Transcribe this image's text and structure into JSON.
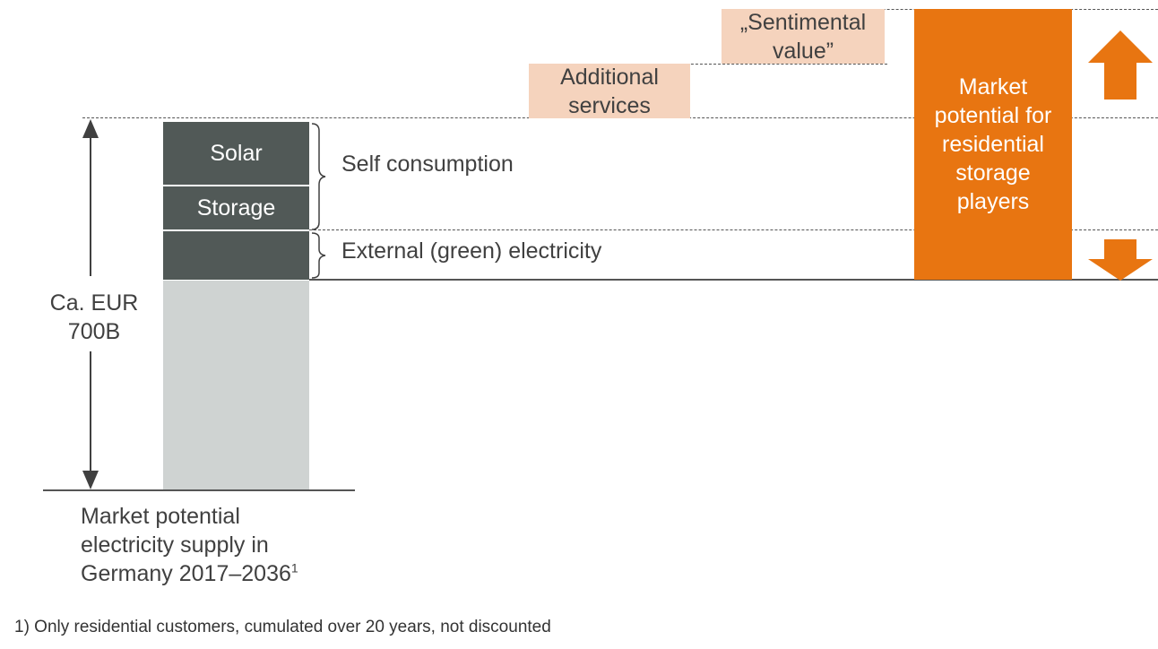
{
  "colors": {
    "dark_segment": "#515957",
    "light_bar": "#cfd3d2",
    "accent_orange": "#e87511",
    "light_orange": "#f5d3bd"
  },
  "left_bar": {
    "segments": {
      "solar": "Solar",
      "storage": "Storage",
      "external": ""
    },
    "total_label": "Ca. EUR 700B",
    "caption": "Market potential electricity supply in Germany 2017–2036",
    "caption_sup": "1"
  },
  "brackets": {
    "self_consumption": "Self consumption",
    "external_electricity": "External (green) electricity"
  },
  "extra_boxes": {
    "additional_services": "Additional services",
    "sentimental_value": "„Sentimental value”"
  },
  "orange_box": {
    "label": "Market potential for residential storage players",
    "up_arrow_icon": "up-arrow-icon",
    "down_arrow_icon": "down-arrow-icon"
  },
  "footnote": "1) Only residential customers, cumulated over 20 years, not discounted"
}
